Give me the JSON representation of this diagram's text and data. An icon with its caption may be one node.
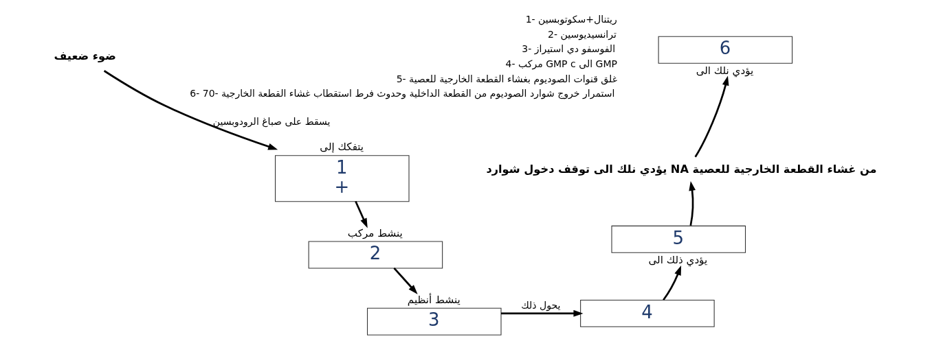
{
  "diagram": {
    "nodes": [
      {
        "text": [
          "ضوء ضعيف"
        ]
      },
      {
        "text": [
          "1",
          "+"
        ],
        "beside": [
          "يتفكك إلى"
        ]
      },
      {
        "text": [
          "2"
        ],
        "beside": [
          "ينشط مركب"
        ]
      },
      {
        "text": [
          "3"
        ],
        "beside": [
          "ينشط أنظيم"
        ]
      },
      {
        "text": [
          "4"
        ]
      },
      {
        "text": [
          "5"
        ],
        "beside": [
          "يؤدي ذلك الى"
        ]
      },
      {
        "text": [
          "يؤدي نلك الى توقف دخول شوارد NA من غشاء القطعة الخارجية للعصية"
        ]
      },
      {
        "text": [
          "6"
        ],
        "beside": [
          "يؤدي نلك الى"
        ]
      }
    ],
    "edges": [
      {
        "from": 0,
        "to": 1,
        "arrow": "to",
        "label": "يسقط على صباغ الرودوبسين"
      },
      {
        "from": 1,
        "to": 2,
        "arrow": "to"
      },
      {
        "from": 2,
        "to": 3,
        "arrow": "to"
      },
      {
        "from": 3,
        "to": 4,
        "arrow": "to",
        "label": "يحول ذلك"
      },
      {
        "from": 4,
        "to": 5,
        "arrow": "to"
      },
      {
        "from": 5,
        "to": 6,
        "arrow": "to"
      },
      {
        "from": 6,
        "to": 7,
        "arrow": "to"
      }
    ],
    "labels": [
      "1- ريتنال+سكوتوبسين",
      "2- ترانسيديوسين",
      "3- الفوسفو دي استيراز",
      "4- مركب GMP c الى GMP",
      "5- غلق قنوات الصوديوم بغشاء القطعة الخارجية للعصية",
      "6- استمرار خروج شوارد الصوديوم من القطعة الداخلية وحدوث فرط استقطاب غشاء القطعة الخارجية -70"
    ]
  }
}
